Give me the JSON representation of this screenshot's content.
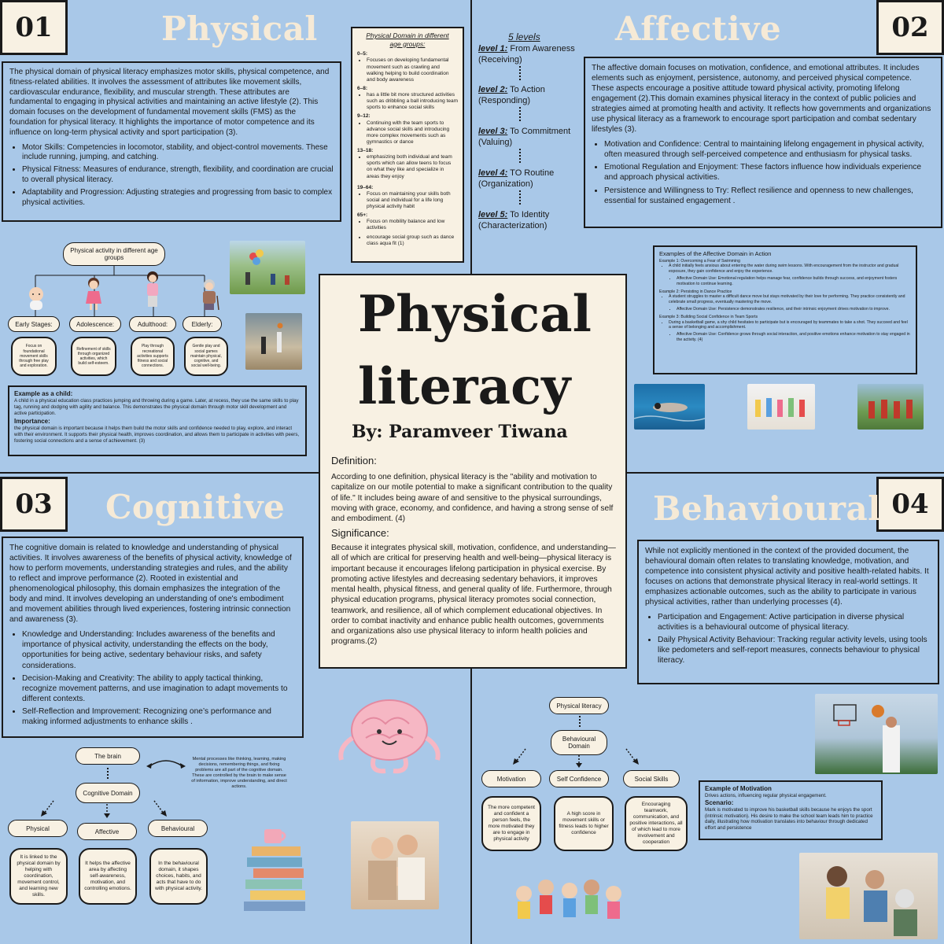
{
  "colors": {
    "background": "#a9c8e8",
    "cream": "#f8f1e3",
    "title_cream": "#f6ead6",
    "ink": "#1a1a1a"
  },
  "center": {
    "title_line1": "Physical",
    "title_line2": "literacy",
    "byline": "By: Paramveer Tiwana",
    "definition_heading": "Definition:",
    "definition_text": "According to one definition, physical literacy is the \"ability and motivation to capitalize on our motile potential to make a significant contribution to the quality of life.\" It includes being aware of and sensitive to the physical surroundings, moving with grace, economy, and confidence, and having a strong sense of self and embodiment. (4)",
    "significance_heading": "Significance:",
    "significance_text": "Because it integrates physical skill, motivation, confidence, and understanding—all of which are critical for preserving health and well-being—physical literacy is important because it encourages lifelong participation in physical exercise. By promoting active lifestyles and decreasing sedentary behaviors, it improves mental health, physical fitness, and general quality of life. Furthermore, through physical education programs, physical literacy promotes social connection, teamwork, and resilience, all of which complement educational objectives. In order to combat inactivity and enhance public health outcomes, governments and organizations also use physical literacy to inform health policies and programs.(2)"
  },
  "physical": {
    "number": "01",
    "title": "Physical",
    "intro": "The physical domain of physical literacy emphasizes motor skills, physical competence, and fitness-related abilities. It involves the assessment of attributes like movement skills, cardiovascular endurance, flexibility, and muscular strength. These attributes are fundamental to engaging in physical activities and maintaining an active lifestyle (2). This domain focuses on the development of fundamental movement skills (FMS) as the foundation for physical literacy. It highlights the importance of motor competence and its influence on long-term physical activity and sport participation (3).",
    "bullets": [
      "Motor Skills: Competencies in locomotor, stability, and object-control movements. These include running, jumping, and catching.",
      "Physical Fitness: Measures of endurance, strength, flexibility, and coordination are crucial to overall physical literacy.",
      "Adaptability and Progression: Adjusting strategies and progressing from basic to complex physical activities."
    ],
    "age_panel_title_1": "Physical Domain in different",
    "age_panel_title_2": "age groups:",
    "age_groups": [
      {
        "label": "0–5:",
        "items": [
          "Focuses on developing fundamental movement such as crawling and walking helping to build coordination and body awareness"
        ]
      },
      {
        "label": "6–8:",
        "items": [
          "has a little bit more structured activities such as dribbling a ball introducing team sports to enhance social skills"
        ]
      },
      {
        "label": "9–12:",
        "items": [
          "Continuing with the team sports to advance social skills and introducing more complex movements such as gymnastics or dance"
        ]
      },
      {
        "label": "13–18:",
        "items": [
          "emphasizing both individual and team sports which can allow teens to focus on what they like and specialize in areas they enjoy"
        ]
      },
      {
        "label": "19–64:",
        "items": [
          "Focus on maintaining your skills both social and individual for a life long physical activity habit"
        ]
      },
      {
        "label": "65+:",
        "items": [
          "Focus on mobility balance and low activities",
          "encourage social group such as dance class aqua fit (1)"
        ]
      }
    ],
    "diagram_title": "Physical activity in different age groups",
    "stages": [
      {
        "label": "Early Stages:",
        "desc": "Focus on foundational movement skills through free play and exploration."
      },
      {
        "label": "Adolescence:",
        "desc": "Refinement of skills through organized activities, which build self-esteem."
      },
      {
        "label": "Adulthood:",
        "desc": "Play through recreational activities supports fitness and social connections."
      },
      {
        "label": "Elderly:",
        "desc": "Gentle play and social games maintain physical, cognitive, and social well-being."
      }
    ],
    "example_heading": "Example as a child:",
    "example_text": "A child in a physical education class practices jumping and throwing during a game. Later, at recess, they use the same skills to play tag, running and dodging with agility and balance. This demonstrates the physical domain through motor skill development and active participation.",
    "importance_heading": "Importance:",
    "importance_text": "the physical domain is important because it helps them build the motor skills and confidence needed to play, explore, and interact with their environment. It supports their physical health, improves coordination, and allows them to participate in activities with peers, fostering social connections and a sense of achievement. (3)"
  },
  "affective": {
    "number": "02",
    "title": "Affective",
    "levels_title": "5 levels",
    "levels": [
      {
        "key": "level 1:",
        "text": " From Awareness",
        "sub": "(Receiving)"
      },
      {
        "key": "level 2:",
        "text": " To Action",
        "sub": "(Responding)"
      },
      {
        "key": "level 3:",
        "text": " To Commitment",
        "sub": "(Valuing)"
      },
      {
        "key": "level 4:",
        "text": " TO Routine",
        "sub": "(Organization)"
      },
      {
        "key": "level 5:",
        "text": " To Identity",
        "sub": "(Characterization)"
      }
    ],
    "intro": "The affective domain focuses on motivation, confidence, and emotional attributes. It includes elements such as enjoyment, persistence, autonomy, and perceived physical competence. These aspects encourage a positive attitude toward physical activity, promoting lifelong engagement (2).This domain examines physical literacy in the context of public policies and strategies aimed at promoting health and activity. It reflects how governments and organizations use physical literacy as a framework to encourage sport participation and combat sedentary lifestyles (3).",
    "bullets": [
      "Motivation and Confidence: Central to maintaining lifelong engagement in physical activity, often measured through self-perceived competence and enthusiasm for physical tasks.",
      "Emotional Regulation and Enjoyment: These factors influence how individuals experience and approach physical activities.",
      "Persistence and Willingness to Try: Reflect resilience and openness to new challenges, essential for sustained engagement ."
    ],
    "examples_title": "Examples of the Affective Domain in Action",
    "examples": [
      {
        "heading": "Example 1: Overcoming a Fear of Swimming",
        "text": "A child initially feels anxious about entering the water during swim lessons. With encouragement from the instructor and gradual exposure, they gain confidence and enjoy the experience.",
        "use": "Affective Domain Use: Emotional regulation helps manage fear, confidence builds through success, and enjoyment fosters motivation to continue learning."
      },
      {
        "heading": "Example 2: Persisting in Dance Practice",
        "text": "A student struggles to master a difficult dance move but stays motivated by their love for performing. They practice consistently and celebrate small progress, eventually mastering the move.",
        "use": "Affective Domain Use: Persistence demonstrates resilience, and their intrinsic enjoyment drives motivation to improve."
      },
      {
        "heading": "Example 3: Building Social Confidence in Team Sports",
        "text": "During a basketball game, a shy child hesitates to participate but is encouraged by teammates to take a shot. They succeed and feel a sense of belonging and accomplishment.",
        "use": "Affective Domain Use: Confidence grows through social interaction, and positive emotions enhance motivation to stay engaged in the activity.  (4)"
      }
    ]
  },
  "cognitive": {
    "number": "03",
    "title": "Cognitive",
    "intro": "The cognitive domain is related to knowledge and understanding of physical activities. It involves awareness of the benefits of physical activity, knowledge of how to perform movements, understanding strategies and rules, and the ability to reflect and improve performance (2). Rooted in existential and phenomenological philosophy, this domain emphasizes the integration of the body and mind. It involves developing an understanding of one's embodiment and movement abilities through lived experiences, fostering intrinsic connection and awareness (3).",
    "bullets": [
      "Knowledge and Understanding: Includes awareness of the benefits and importance of physical activity, understanding the effects on the body, opportunities for being active, sedentary behaviour risks, and safety considerations.",
      "Decision-Making and Creativity: The ability to apply tactical thinking, recognize movement patterns, and use imagination to adapt movements to different contexts.",
      "Self-Reflection and Improvement: Recognizing one’s performance and making informed adjustments to enhance skills ."
    ],
    "brain_label": "The brain",
    "brain_note": "Mental processes like thinking, learning, making decisions, remembering things, and fixing problems are all part of the cognitive domain. These are controlled by the brain to make sense of information, improve understanding, and direct actions.",
    "domain_label": "Cognitive Domain",
    "branches": [
      {
        "label": "Physical",
        "desc": "It is linked to the physical domain by helping with coordination, movement control, and learning new skills."
      },
      {
        "label": "Affective",
        "desc": "It helps the affective area by affecting self-awareness, motivation, and controlling emotions."
      },
      {
        "label": "Behavioural",
        "desc": "In the behavioural domain, it shapes choices, habits, and acts that have to do with physical activity."
      }
    ]
  },
  "behavioural": {
    "number": "04",
    "title": "Behavioural",
    "intro": "While not explicitly mentioned in the context of the provided document, the behavioural domain often relates to translating knowledge, motivation, and competence into consistent physical activity and positive health-related habits. It focuses on actions that demonstrate physical literacy in real-world settings. It emphasizes actionable outcomes, such as the ability to participate in various physical activities, rather than underlying processes (4).",
    "bullets": [
      "Participation and Engagement: Active participation in diverse physical activities is a behavioural outcome of physical literacy.",
      "Daily Physical Activity Behaviour: Tracking regular activity levels, using tools like pedometers and self-report measures, connects behaviour to physical literacy."
    ],
    "root_label": "Physical literacy",
    "domain_label": "Behavioural Domain",
    "branches": [
      {
        "label": "Motivation",
        "desc": "The more competent and confident a person feels, the more motivated they are to engage in physical activity"
      },
      {
        "label": "Self Confidence",
        "desc": "A high score in movement skills or fitness leads to higher confidence"
      },
      {
        "label": "Social Skills",
        "desc": "Encouraging teamwork, communication, and positive interactions, all of which lead to more involvement and cooperation"
      }
    ],
    "motivation_heading": "Example of Motivation",
    "motivation_sub": "Drives actions, influencing regular physical engagement.",
    "scenario_heading": "Scenario:",
    "scenario_text": "Mark is motivated to improve his basketball skills because he enjoys the sport (intrinsic motivation). His desire to make the school team leads him to practice daily, illustrating how motivation translates into behaviour through dedicated effort and persistence"
  }
}
